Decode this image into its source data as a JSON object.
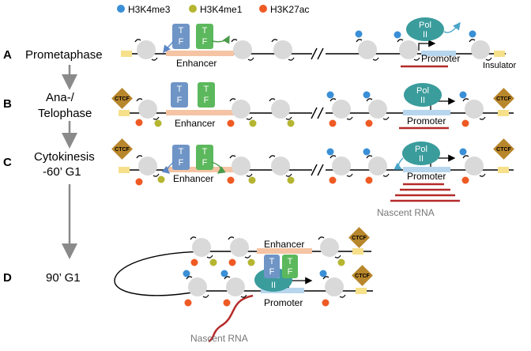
{
  "legend": [
    {
      "label": "H3K4me3",
      "color": "#3a8fd6"
    },
    {
      "label": "H3K4me1",
      "color": "#b5b531"
    },
    {
      "label": "H3K27ac",
      "color": "#ef5a24"
    }
  ],
  "panels": [
    {
      "letter": "A",
      "stage": "Prometaphase"
    },
    {
      "letter": "B",
      "stage_line1": "Ana-/",
      "stage_line2": "Telophase"
    },
    {
      "letter": "C",
      "stage_line1": "Cytokinesis",
      "stage_line2": "-60’ G1"
    },
    {
      "letter": "D",
      "stage": "90’ G1"
    }
  ],
  "labels": {
    "enhancer": "Enhancer",
    "promoter": "Promoter",
    "insulator": "Insulator",
    "ctcf": "CTCF",
    "pol2_line1": "Pol",
    "pol2_line2": "II",
    "tf_t": "T",
    "tf_f": "F",
    "nascent_rna": "Nascent RNA"
  },
  "colors": {
    "nucleosome": "#d9d9d9",
    "tf_blue": "#6f95c6",
    "tf_green": "#5cb85c",
    "pol2": "#3b9c9c",
    "enhancer_bar": "#f4c4a4",
    "promoter_bar": "#b7d6ee",
    "insulator": "#f6e08a",
    "ctcf": "#b8862b",
    "rna": "#b52a2a",
    "arrow_gray": "#8a8a8a"
  }
}
